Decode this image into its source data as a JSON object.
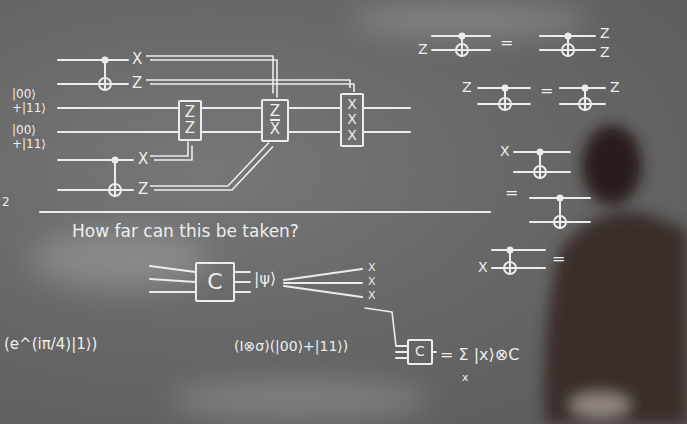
{
  "diagram": {
    "nodes": [
      {
        "text": [
          "Z",
          "Z"
        ]
      },
      {
        "text": [
          "Z",
          "X"
        ]
      },
      {
        "text": [
          "X",
          "X",
          "X"
        ]
      },
      {
        "text": [
          "C"
        ]
      },
      {
        "text": [
          "C"
        ]
      }
    ],
    "edges": [
      {
        "from": 0,
        "to": 1,
        "arrow": "none"
      },
      {
        "from": 1,
        "to": 2,
        "arrow": "none"
      }
    ],
    "labels": [
      "X",
      "Z",
      "|00⟩ +|11⟩",
      "|00⟩ +|11⟩",
      "X",
      "Z",
      "Z",
      "=",
      "Z",
      "Z",
      "Z",
      "=",
      "Z",
      "X",
      "=",
      "X",
      "=",
      "2",
      "How far can this be taken?",
      "|ψ⟩",
      "X",
      "X",
      "X",
      "(e^(iπ/4)|1⟩)",
      "(I⊗σ)(|00⟩+|11⟩)",
      "= Σ |x⟩⊗C",
      "x"
    ]
  }
}
